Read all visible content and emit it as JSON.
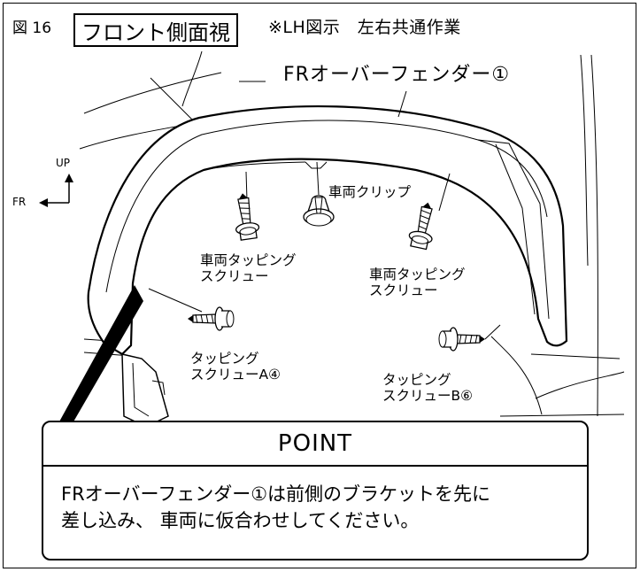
{
  "figure": {
    "label": "図 16",
    "view_title": "フロント側面視",
    "note": "※LH図示　左右共通作業"
  },
  "parts": {
    "fender": "FRオーバーフェンダー①",
    "tapping_screw_left": "車両タッピング\nスクリュー",
    "clip": "車両クリップ",
    "tapping_screw_right": "車両タッピング\nスクリュー",
    "screw_a": "タッピング\nスクリューA④",
    "screw_b": "タッピング\nスクリューB⑥"
  },
  "axes": {
    "up": "UP",
    "fr": "FR"
  },
  "point": {
    "title": "POINT",
    "text": "FRオーバーフェンダー①は前側のブラケットを先に\n差し込み、 車両に仮合わせしてください。"
  }
}
